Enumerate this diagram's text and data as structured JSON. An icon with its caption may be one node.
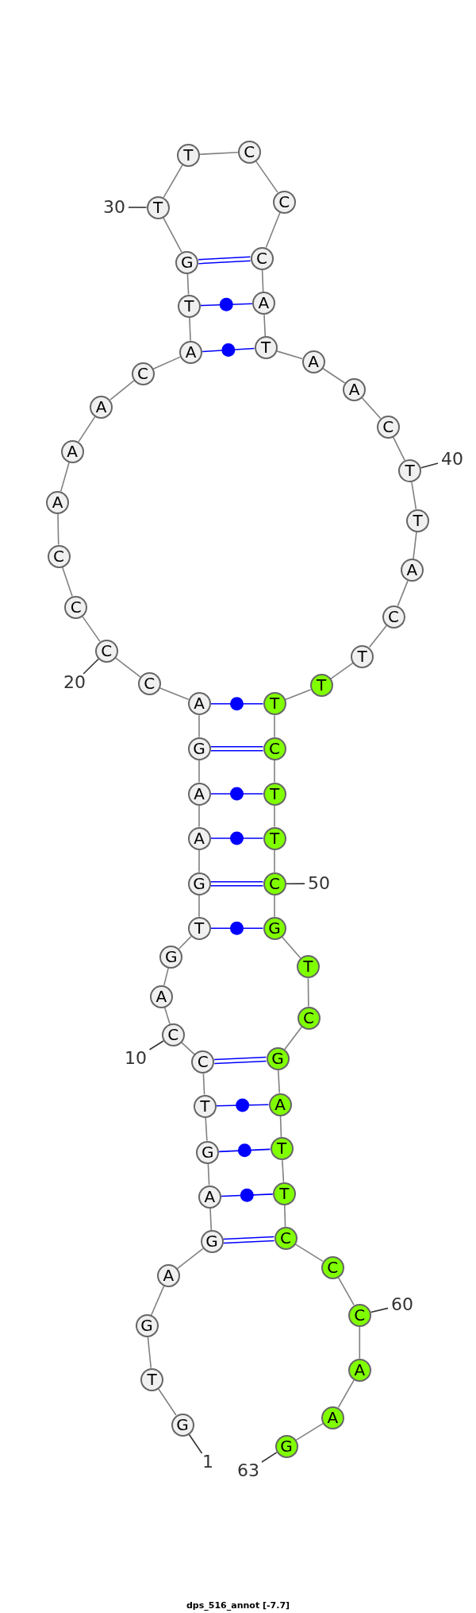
{
  "diagram": {
    "caption": "dps_516_annot [-7.7]",
    "nodes": [
      {
        "text": [
          "G"
        ]
      },
      {
        "text": [
          "T"
        ]
      },
      {
        "text": [
          "G"
        ]
      },
      {
        "text": [
          "A"
        ]
      },
      {
        "text": [
          "G"
        ]
      },
      {
        "text": [
          "A"
        ]
      },
      {
        "text": [
          "G"
        ]
      },
      {
        "text": [
          "T"
        ]
      },
      {
        "text": [
          "C"
        ]
      },
      {
        "text": [
          "C"
        ]
      },
      {
        "text": [
          "A"
        ]
      },
      {
        "text": [
          "G"
        ]
      },
      {
        "text": [
          "T"
        ]
      },
      {
        "text": [
          "G"
        ]
      },
      {
        "text": [
          "A"
        ]
      },
      {
        "text": [
          "A"
        ]
      },
      {
        "text": [
          "G"
        ]
      },
      {
        "text": [
          "A"
        ]
      },
      {
        "text": [
          "C"
        ]
      },
      {
        "text": [
          "C"
        ]
      },
      {
        "text": [
          "C"
        ]
      },
      {
        "text": [
          "C"
        ]
      },
      {
        "text": [
          "A"
        ]
      },
      {
        "text": [
          "A"
        ]
      },
      {
        "text": [
          "A"
        ]
      },
      {
        "text": [
          "C"
        ]
      },
      {
        "text": [
          "A"
        ]
      },
      {
        "text": [
          "T"
        ]
      },
      {
        "text": [
          "G"
        ]
      },
      {
        "text": [
          "T"
        ]
      },
      {
        "text": [
          "T"
        ]
      },
      {
        "text": [
          "C"
        ]
      },
      {
        "text": [
          "C"
        ]
      },
      {
        "text": [
          "C"
        ]
      },
      {
        "text": [
          "A"
        ]
      },
      {
        "text": [
          "T"
        ]
      },
      {
        "text": [
          "A"
        ]
      },
      {
        "text": [
          "A"
        ]
      },
      {
        "text": [
          "C"
        ]
      },
      {
        "text": [
          "T"
        ]
      },
      {
        "text": [
          "T"
        ]
      },
      {
        "text": [
          "A"
        ]
      },
      {
        "text": [
          "C"
        ]
      },
      {
        "text": [
          "T"
        ]
      },
      {
        "text": [
          "T"
        ]
      },
      {
        "text": [
          "T"
        ]
      },
      {
        "text": [
          "C"
        ]
      },
      {
        "text": [
          "T"
        ]
      },
      {
        "text": [
          "T"
        ]
      },
      {
        "text": [
          "C"
        ]
      },
      {
        "text": [
          "G"
        ]
      },
      {
        "text": [
          "T"
        ]
      },
      {
        "text": [
          "C"
        ]
      },
      {
        "text": [
          "G"
        ]
      },
      {
        "text": [
          "A"
        ]
      },
      {
        "text": [
          "T"
        ]
      },
      {
        "text": [
          "T"
        ]
      },
      {
        "text": [
          "C"
        ]
      },
      {
        "text": [
          "C"
        ]
      },
      {
        "text": [
          "C"
        ]
      },
      {
        "text": [
          "A"
        ]
      },
      {
        "text": [
          "A"
        ]
      },
      {
        "text": [
          "G"
        ]
      },
      {
        "text": [
          "1"
        ]
      },
      {
        "text": [
          "10"
        ]
      },
      {
        "text": [
          "20"
        ]
      },
      {
        "text": [
          "30"
        ]
      },
      {
        "text": [
          "40"
        ]
      },
      {
        "text": [
          "50"
        ]
      },
      {
        "text": [
          "60"
        ]
      },
      {
        "text": [
          "63"
        ]
      }
    ],
    "edges": [
      {
        "from": 0,
        "to": 1,
        "arrow": "none"
      },
      {
        "from": 1,
        "to": 2,
        "arrow": "none"
      },
      {
        "from": 2,
        "to": 3,
        "arrow": "none"
      },
      {
        "from": 3,
        "to": 4,
        "arrow": "none"
      },
      {
        "from": 4,
        "to": 5,
        "arrow": "none"
      },
      {
        "from": 5,
        "to": 6,
        "arrow": "none"
      },
      {
        "from": 6,
        "to": 7,
        "arrow": "none"
      },
      {
        "from": 7,
        "to": 8,
        "arrow": "none"
      },
      {
        "from": 8,
        "to": 9,
        "arrow": "none"
      },
      {
        "from": 9,
        "to": 10,
        "arrow": "none"
      },
      {
        "from": 10,
        "to": 11,
        "arrow": "none"
      },
      {
        "from": 11,
        "to": 12,
        "arrow": "none"
      },
      {
        "from": 12,
        "to": 13,
        "arrow": "none"
      },
      {
        "from": 13,
        "to": 14,
        "arrow": "none"
      },
      {
        "from": 14,
        "to": 15,
        "arrow": "none"
      },
      {
        "from": 15,
        "to": 16,
        "arrow": "none"
      },
      {
        "from": 16,
        "to": 17,
        "arrow": "none"
      },
      {
        "from": 17,
        "to": 18,
        "arrow": "none"
      },
      {
        "from": 18,
        "to": 19,
        "arrow": "none"
      },
      {
        "from": 19,
        "to": 20,
        "arrow": "none"
      },
      {
        "from": 20,
        "to": 21,
        "arrow": "none"
      },
      {
        "from": 21,
        "to": 22,
        "arrow": "none"
      },
      {
        "from": 22,
        "to": 23,
        "arrow": "none"
      },
      {
        "from": 23,
        "to": 24,
        "arrow": "none"
      },
      {
        "from": 24,
        "to": 25,
        "arrow": "none"
      },
      {
        "from": 25,
        "to": 26,
        "arrow": "none"
      },
      {
        "from": 26,
        "to": 27,
        "arrow": "none"
      },
      {
        "from": 27,
        "to": 28,
        "arrow": "none"
      },
      {
        "from": 28,
        "to": 29,
        "arrow": "none"
      },
      {
        "from": 29,
        "to": 30,
        "arrow": "none"
      },
      {
        "from": 30,
        "to": 31,
        "arrow": "none"
      },
      {
        "from": 31,
        "to": 32,
        "arrow": "none"
      },
      {
        "from": 32,
        "to": 33,
        "arrow": "none"
      },
      {
        "from": 33,
        "to": 34,
        "arrow": "none"
      },
      {
        "from": 34,
        "to": 35,
        "arrow": "none"
      },
      {
        "from": 35,
        "to": 36,
        "arrow": "none"
      },
      {
        "from": 36,
        "to": 37,
        "arrow": "none"
      },
      {
        "from": 37,
        "to": 38,
        "arrow": "none"
      },
      {
        "from": 38,
        "to": 39,
        "arrow": "none"
      },
      {
        "from": 39,
        "to": 40,
        "arrow": "none"
      },
      {
        "from": 40,
        "to": 41,
        "arrow": "none"
      },
      {
        "from": 41,
        "to": 42,
        "arrow": "none"
      },
      {
        "from": 42,
        "to": 43,
        "arrow": "none"
      },
      {
        "from": 43,
        "to": 44,
        "arrow": "none"
      },
      {
        "from": 44,
        "to": 45,
        "arrow": "none"
      },
      {
        "from": 45,
        "to": 46,
        "arrow": "none"
      },
      {
        "from": 46,
        "to": 47,
        "arrow": "none"
      },
      {
        "from": 47,
        "to": 48,
        "arrow": "none"
      },
      {
        "from": 48,
        "to": 49,
        "arrow": "none"
      },
      {
        "from": 49,
        "to": 50,
        "arrow": "none"
      },
      {
        "from": 50,
        "to": 51,
        "arrow": "none"
      },
      {
        "from": 51,
        "to": 52,
        "arrow": "none"
      },
      {
        "from": 52,
        "to": 53,
        "arrow": "none"
      },
      {
        "from": 53,
        "to": 54,
        "arrow": "none"
      },
      {
        "from": 54,
        "to": 55,
        "arrow": "none"
      },
      {
        "from": 55,
        "to": 56,
        "arrow": "none"
      },
      {
        "from": 56,
        "to": 57,
        "arrow": "none"
      },
      {
        "from": 57,
        "to": 58,
        "arrow": "none"
      },
      {
        "from": 58,
        "to": 59,
        "arrow": "none"
      },
      {
        "from": 59,
        "to": 60,
        "arrow": "none"
      },
      {
        "from": 60,
        "to": 61,
        "arrow": "none"
      },
      {
        "from": 61,
        "to": 62,
        "arrow": "none"
      },
      {
        "from": 28,
        "to": 33,
        "arrow": "none",
        "color": "#0000ff"
      },
      {
        "from": 27,
        "to": 34,
        "arrow": "none",
        "color": "#0000ff"
      },
      {
        "from": 26,
        "to": 35,
        "arrow": "none",
        "color": "#0000ff"
      },
      {
        "from": 17,
        "to": 45,
        "arrow": "none",
        "color": "#0000ff"
      },
      {
        "from": 16,
        "to": 46,
        "arrow": "none",
        "color": "#0000ff"
      },
      {
        "from": 15,
        "to": 47,
        "arrow": "none",
        "color": "#0000ff"
      },
      {
        "from": 14,
        "to": 48,
        "arrow": "none",
        "color": "#0000ff"
      },
      {
        "from": 13,
        "to": 49,
        "arrow": "none",
        "color": "#0000ff"
      },
      {
        "from": 12,
        "to": 50,
        "arrow": "none",
        "color": "#0000ff"
      },
      {
        "from": 8,
        "to": 53,
        "arrow": "none",
        "color": "#0000ff"
      },
      {
        "from": 7,
        "to": 54,
        "arrow": "none",
        "color": "#0000ff"
      },
      {
        "from": 6,
        "to": 55,
        "arrow": "none",
        "color": "#0000ff"
      },
      {
        "from": 5,
        "to": 56,
        "arrow": "none",
        "color": "#0000ff"
      },
      {
        "from": 4,
        "to": 57,
        "arrow": "none",
        "color": "#0000ff"
      },
      {
        "from": 63,
        "to": 0,
        "arrow": "none",
        "color": "#333333"
      },
      {
        "from": 64,
        "to": 9,
        "arrow": "none",
        "color": "#333333"
      },
      {
        "from": 65,
        "to": 19,
        "arrow": "none",
        "color": "#333333"
      },
      {
        "from": 66,
        "to": 29,
        "arrow": "none",
        "color": "#333333"
      },
      {
        "from": 67,
        "to": 39,
        "arrow": "none",
        "color": "#333333"
      },
      {
        "from": 68,
        "to": 49,
        "arrow": "none",
        "color": "#333333"
      },
      {
        "from": 69,
        "to": 59,
        "arrow": "none",
        "color": "#333333"
      },
      {
        "from": 70,
        "to": 62,
        "arrow": "none",
        "color": "#333333"
      }
    ]
  }
}
